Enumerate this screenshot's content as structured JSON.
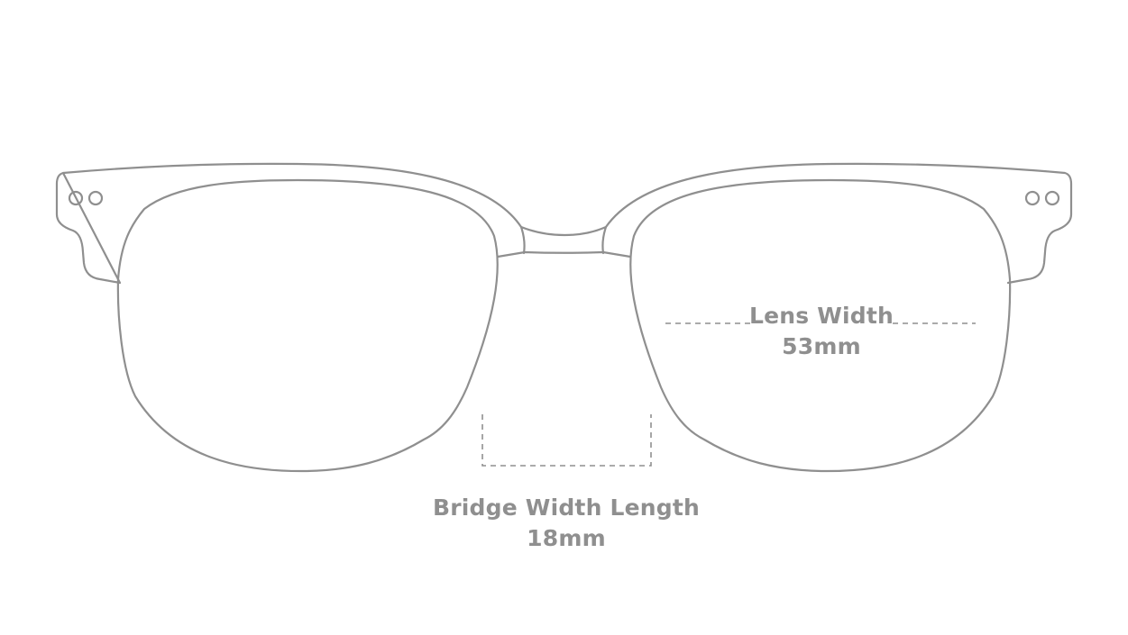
{
  "measurements": {
    "lens_width": {
      "label": "Lens Width",
      "value": "53mm"
    },
    "bridge_width": {
      "label": "Bridge Width Length",
      "value": "18mm"
    }
  },
  "colors": {
    "outline": "#8f8f8f",
    "text": "#8f8f8f",
    "background": "#ffffff"
  }
}
